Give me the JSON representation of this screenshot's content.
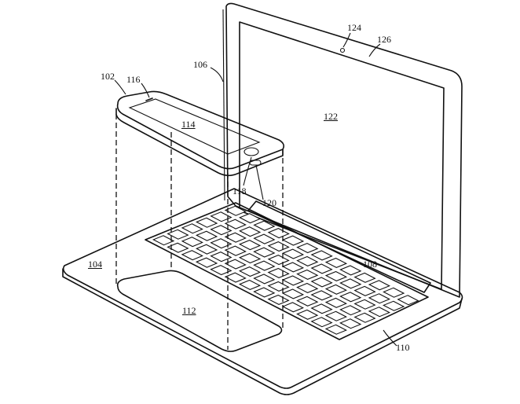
{
  "figure": {
    "labels": {
      "phone": "102",
      "phone_speaker": "116",
      "lid": "106",
      "phone_screen": "114",
      "camera": "124",
      "bezel": "126",
      "display": "122",
      "home_button": "118",
      "connector": "120",
      "keyboard": "108",
      "base": "104",
      "trackpad_cavity": "112",
      "base_edge": "110"
    }
  }
}
